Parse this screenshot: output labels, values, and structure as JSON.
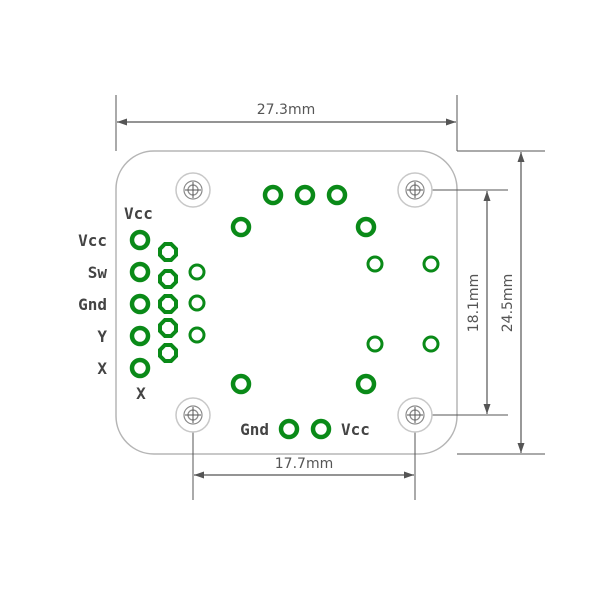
{
  "dimensions": {
    "width_total": "27.3mm",
    "mount_spacing_x": "17.7mm",
    "mount_spacing_y": "18.1mm",
    "height_total": "24.5mm"
  },
  "labels": {
    "header_vcc": "Vcc",
    "left_pins": [
      "Vcc",
      "Sw",
      "Gnd",
      "Y",
      "X"
    ],
    "bottom_x": "X",
    "bottom_gnd": "Gnd",
    "bottom_vcc": "Vcc"
  },
  "colors": {
    "pad": "#0a8a18",
    "board_outline": "#b5b5b5",
    "dimension": "#555555"
  }
}
